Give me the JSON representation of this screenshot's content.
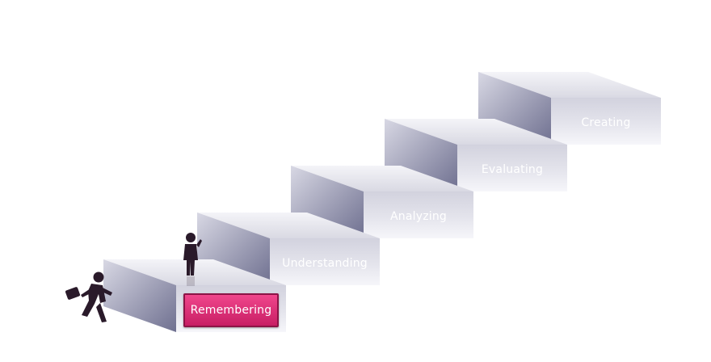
{
  "diagram": {
    "steps": [
      {
        "label": "Remembering",
        "active": true
      },
      {
        "label": "Understanding",
        "active": false
      },
      {
        "label": "Analyzing",
        "active": false
      },
      {
        "label": "Evaluating",
        "active": false
      },
      {
        "label": "Creating",
        "active": false
      }
    ],
    "colors": {
      "active_label_bg": "#e0306f",
      "riser_light": "#f7f7fa",
      "riser_dark": "#c9c9d6",
      "side_dark": "#7a7a99",
      "tread": "#eaeaf0",
      "figure": "#2a1a2a"
    },
    "icons": [
      "running-businessman-icon",
      "standing-businessman-icon"
    ]
  }
}
